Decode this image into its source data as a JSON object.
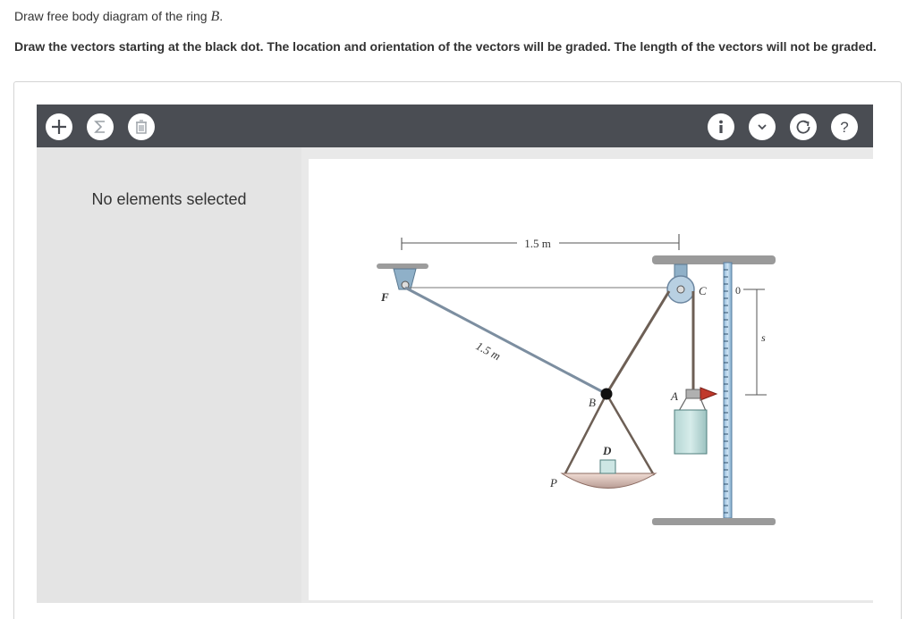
{
  "question": {
    "prefix": "Draw free body diagram of the ring ",
    "variable": "B",
    "suffix": "."
  },
  "instructions": "Draw the vectors starting at the black dot. The location and orientation of the vectors will be graded. The length of the vectors will not be graded.",
  "toolbar": {
    "left_buttons": [
      "add-icon",
      "sigma-icon",
      "trash-icon"
    ],
    "right_buttons": [
      "info-icon",
      "chevron-down-icon",
      "reset-icon",
      "help-icon"
    ],
    "colors": {
      "bar": "#4a4d53",
      "button": "#ffffff",
      "icon": "#4a4d53"
    }
  },
  "panel": {
    "message": "No elements selected"
  },
  "diagram": {
    "dim_horizontal": "1.5 m",
    "dim_diagonal": "1.5 m",
    "label_F": "F",
    "label_C": "C",
    "label_zero": "0",
    "label_s": "s",
    "label_A": "A",
    "label_B": "B",
    "label_D": "D",
    "label_P": "P"
  }
}
